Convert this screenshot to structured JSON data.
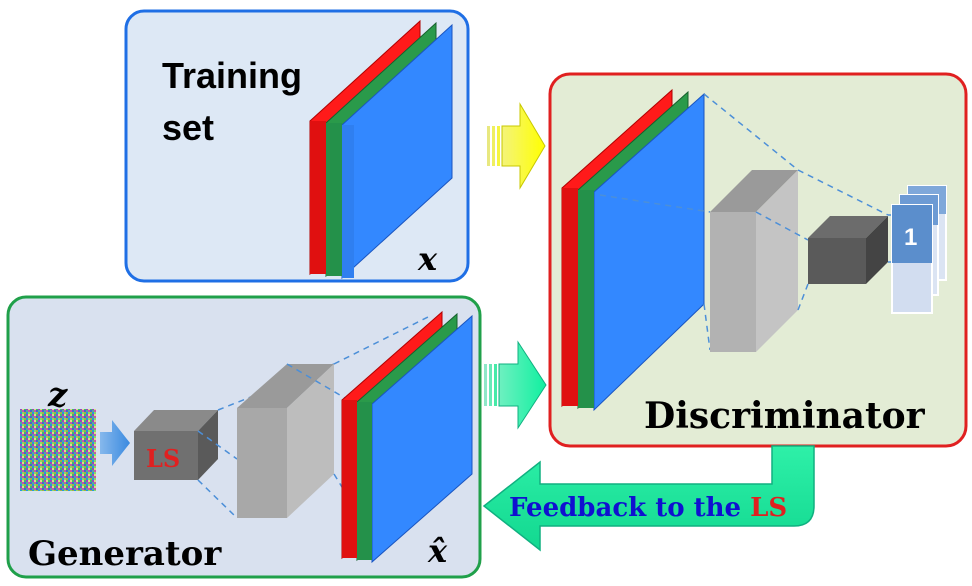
{
  "training": {
    "title_line1": "Training",
    "title_line2": "set",
    "var_label": "x"
  },
  "generator": {
    "title": "Generator",
    "noise_label": "z",
    "latent_label": "LS",
    "output_label": "x̂"
  },
  "discriminator": {
    "title": "Discriminator",
    "output_value": "1"
  },
  "feedback": {
    "text": "Feedback to the ",
    "highlight": "LS"
  },
  "colors": {
    "training_border": "#1f6fe5",
    "training_fill": "#dde8f5",
    "generator_border": "#20a04a",
    "generator_fill": "#d9e1ef",
    "discriminator_border": "#e02020",
    "discriminator_fill": "#e3ecd5",
    "red_channel": "#ff1a1a",
    "green_channel": "#2a9a4a",
    "blue_channel": "#3388ff",
    "highlight_red": "#e02020",
    "feedback_blue": "#1010d0"
  }
}
